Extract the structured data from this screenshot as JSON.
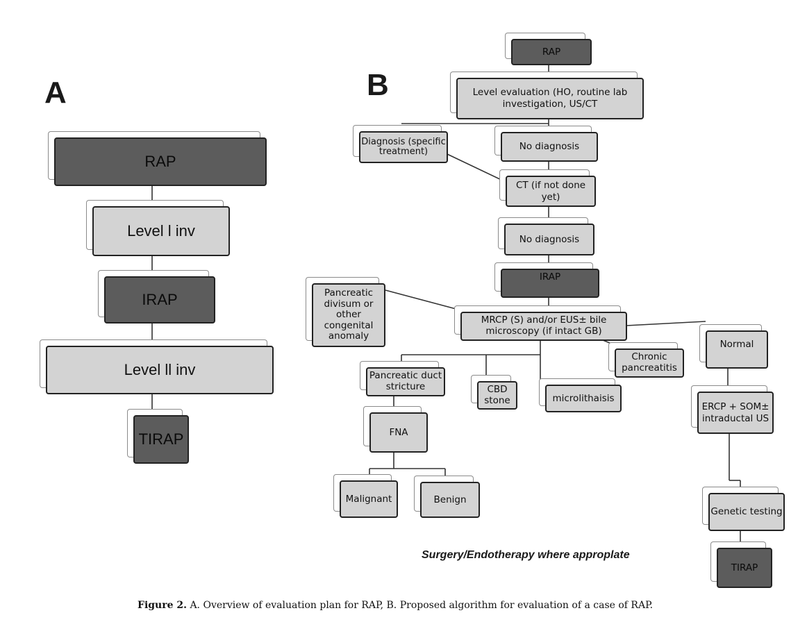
{
  "panel_a": {
    "label": "A",
    "nodes": [
      "RAP",
      "Level l inv",
      "IRAP",
      "Level ll inv",
      "TIRAP"
    ]
  },
  "panel_b": {
    "label": "B",
    "nodes": {
      "rap": "RAP",
      "level_eval": "Level evaluation (HO, routine lab investigation, US/CT",
      "diagnosis": "Diagnosis (specific treatment)",
      "no_diagnosis_1": "No diagnosis",
      "ct": "CT (if not done yet)",
      "no_diagnosis_2": "No diagnosis",
      "irap": "IRAP",
      "pancreatic_divisum": "Pancreatic divisum or other congenital anomaly",
      "mrcp": "MRCP (S) and/or EUS± bile microscopy (if intact GB)",
      "chronic_pancreatitis": "Chronic pancreatitis",
      "normal": "Normal",
      "duct_stricture": "Pancreatic duct stricture",
      "cbd_stone": "CBD stone",
      "microlithaisis": "microlithaisis",
      "ercp": "ERCP + SOM± intraductal US",
      "fna": "FNA",
      "malignant": "Malignant",
      "benign": "Benign",
      "genetic_testing": "Genetic testing",
      "tirap": "TIRAP"
    },
    "note": "Surgery/Endotherapy where approplate"
  },
  "caption": {
    "bold": "Figure 2.",
    "text": " A. Overview of evaluation plan for RAP, B.  Proposed algorithm for evaluation of a case of RAP."
  }
}
